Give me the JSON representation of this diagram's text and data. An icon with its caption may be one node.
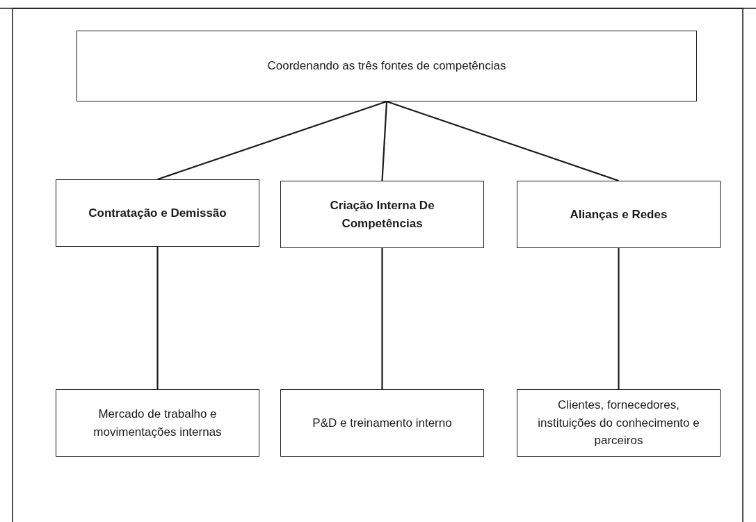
{
  "diagram": {
    "nodes": [
      {
        "text": [
          "Coordenando as três fontes  de competências"
        ]
      },
      {
        "text": [
          "Contratação e Demissão"
        ]
      },
      {
        "text": [
          "Criação Interna De Competências"
        ]
      },
      {
        "text": [
          "Alianças e Redes"
        ]
      },
      {
        "text": [
          "Mercado de trabalho e movimentações internas"
        ]
      },
      {
        "text": [
          "P&D e treinamento interno"
        ]
      },
      {
        "text": [
          "Clientes, fornecedores, instituições do conhecimento e parceiros"
        ]
      }
    ],
    "edges": [
      {
        "from": 0,
        "to": 1,
        "arrow": "none"
      },
      {
        "from": 0,
        "to": 2,
        "arrow": "none"
      },
      {
        "from": 0,
        "to": 3,
        "arrow": "none"
      },
      {
        "from": 1,
        "to": 4,
        "arrow": "none"
      },
      {
        "from": 2,
        "to": 5,
        "arrow": "none"
      },
      {
        "from": 3,
        "to": 6,
        "arrow": "none"
      }
    ]
  }
}
